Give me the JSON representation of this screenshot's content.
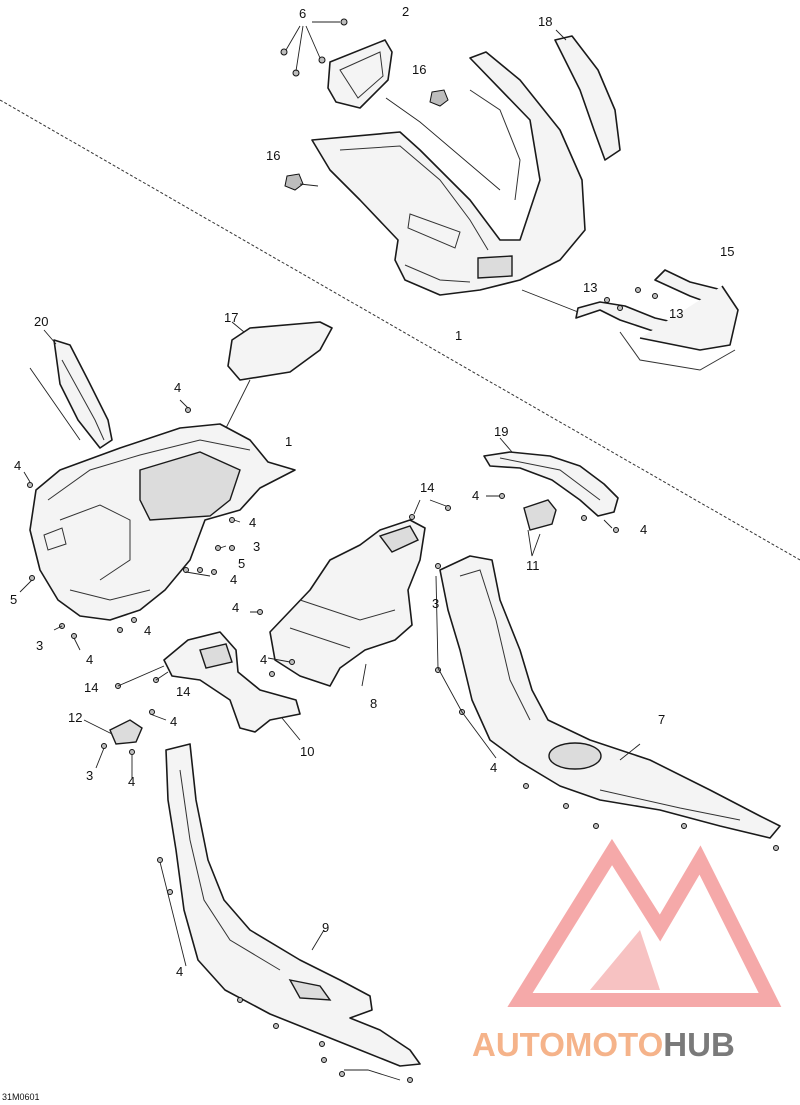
{
  "diagram": {
    "code": "31M0601",
    "callouts": {
      "c6": "6",
      "c2": "2",
      "c18": "18",
      "c16a": "16",
      "c16b": "16",
      "c1a": "1",
      "c15": "15",
      "c13a": "13",
      "c13b": "13",
      "c20": "20",
      "c17": "17",
      "c4a": "4",
      "c1b": "1",
      "c4b": "4",
      "c4c": "4",
      "c3a": "3",
      "c5a": "5",
      "c5b": "5",
      "c4d": "4",
      "c4e": "4",
      "c3b": "3",
      "c4f": "4",
      "c14a": "14",
      "c4g": "4",
      "c14b": "14",
      "c14c": "14",
      "c4h": "4",
      "c10": "10",
      "c8": "8",
      "c19": "19",
      "c4i": "4",
      "c4j": "4",
      "c11": "11",
      "c3c": "3",
      "c12": "12",
      "c4k": "4",
      "c3d": "3",
      "c4l": "4",
      "c7": "7",
      "c4m": "4",
      "c9": "9",
      "c4n": "4"
    }
  },
  "watermark": {
    "word_a": "AUTOMOTO",
    "word_b": "HUB",
    "color_a": "#f5b38a",
    "color_b": "#7a7a7a",
    "logo_color": "#f4a0a0"
  }
}
